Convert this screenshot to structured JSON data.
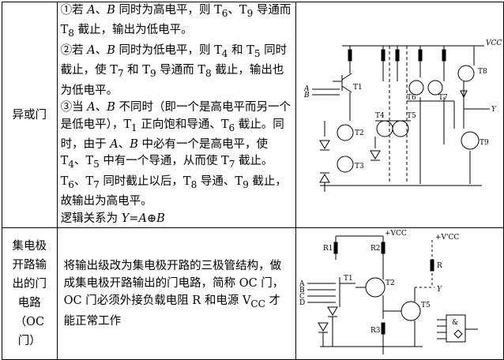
{
  "rows": [
    {
      "name": "异或门",
      "paragraphs": [
        "①若 A、B 同时为高电平，则 T6、T9 导通而 T8 截止，输出为低电平。",
        "②若 A、B 同时为低电平，则 T4 和 T5 同时截止，使 T7 和 T9 导通而 T8 截止，输出也为低电平。",
        "③当 A、B 不同时（即一个是高电平而另一个是低电平），T1 正向饱和导通、T6 截止。同时，由于 A、B 中必有一个是高电平，使 T4、T5 中有一个导通，从而使 T7 截止。T6、T7 同时截止以后，T8 导通、T9 截止，故输出为高电平。",
        "逻辑关系为 Y=A⊕B"
      ]
    },
    {
      "name": "集电极开路输出的门电路（OC门）",
      "name_lines": [
        "集电极",
        "开路输",
        "出的门",
        "电路",
        "（OC",
        "门）"
      ],
      "description": "将输出级改为集电极开路的三极管结构，做成集电极开路输出的门电路，简称 OC 门，OC 门必须外接负载电阻 R 和电源 VCC 才能正常工作"
    }
  ],
  "diagram_labels": {
    "xor": {
      "A": "A",
      "B": "B",
      "Vcc": "VCC",
      "Y": "Y",
      "T1": "T1",
      "T2": "T2",
      "T3": "T3",
      "T4": "T4",
      "T5": "T5",
      "T6": "T6",
      "T7": "T7",
      "T8": "T8",
      "T9": "T9"
    },
    "oc": {
      "A": "A",
      "B": "B",
      "C": "C",
      "D": "D",
      "Vcc1": "+VCC",
      "Vcc2": "+V'CC",
      "R1": "R1",
      "R2": "R2",
      "R3": "R3",
      "R": "R",
      "Y": "Y",
      "T1": "T1",
      "T2": "T2",
      "T5": "T5",
      "amp": "&"
    }
  }
}
